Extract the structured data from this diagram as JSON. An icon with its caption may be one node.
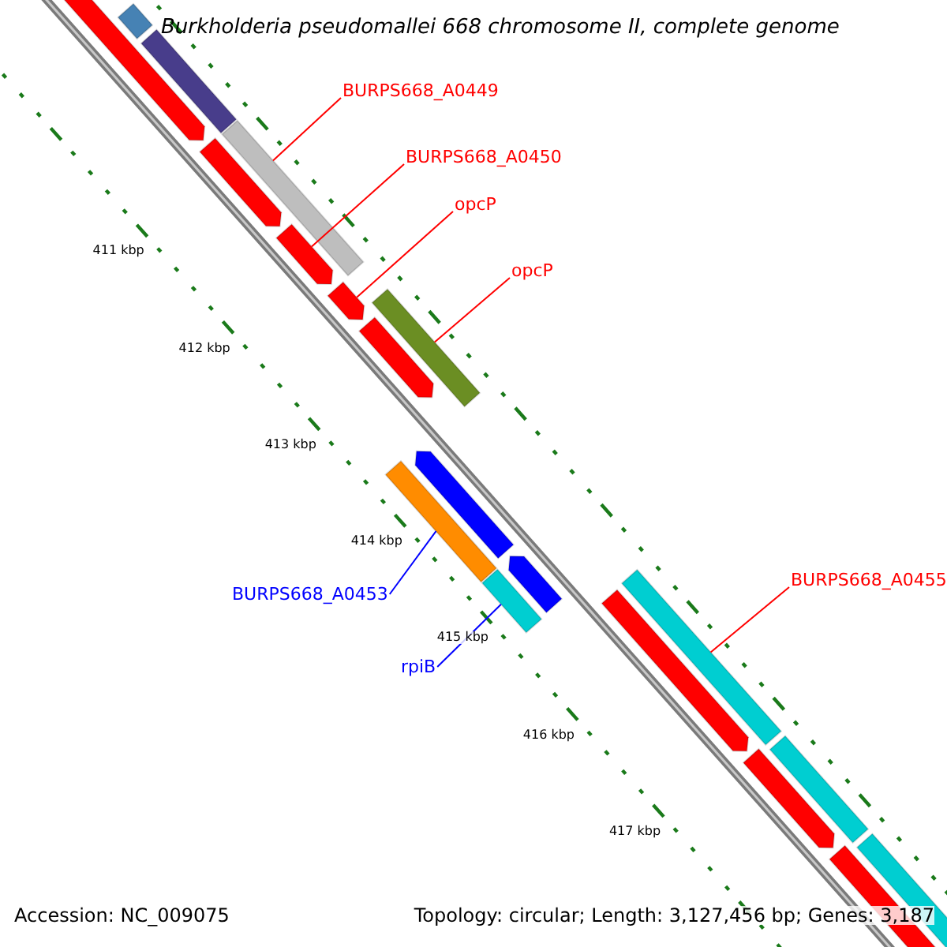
{
  "diagram": {
    "title": "Burkholderia pseudomallei 668 chromosome II, complete genome",
    "nodes": [
      {
        "text": [
          "BURPS668_A0449"
        ]
      },
      {
        "text": [],
        "shape": "bar"
      },
      {
        "text": [
          "BURPS668_A0450"
        ]
      },
      {
        "text": [],
        "shape": "bar"
      },
      {
        "text": [
          "opcP"
        ]
      },
      {
        "text": [],
        "shape": "bar"
      },
      {
        "text": [
          "opcP"
        ]
      },
      {
        "text": [],
        "shape": "bar"
      },
      {
        "text": [
          "BURPS668_A0453"
        ]
      },
      {
        "text": [],
        "shape": "bar"
      },
      {
        "text": [
          "rpiB"
        ]
      },
      {
        "text": [],
        "shape": "bar"
      },
      {
        "text": [
          "BURPS668_A0455"
        ]
      },
      {
        "text": [],
        "shape": "bar"
      },
      {
        "text": [],
        "shape": "bar"
      },
      {
        "text": [],
        "shape": "bar"
      },
      {
        "text": [],
        "shape": "bar"
      },
      {
        "text": [],
        "shape": "bar"
      },
      {
        "text": [],
        "shape": "bar"
      },
      {
        "text": [],
        "shape": "bar"
      },
      {
        "text": [],
        "shape": "bar"
      },
      {
        "text": [],
        "shape": "bar"
      },
      {
        "text": [],
        "shape": "bar"
      },
      {
        "text": [],
        "shape": "bar"
      },
      {
        "text": [],
        "shape": "bar"
      },
      {
        "text": [],
        "shape": "bar"
      }
    ],
    "edges": [
      {
        "from": 0,
        "to": 1,
        "arrow": "none"
      },
      {
        "from": 2,
        "to": 3,
        "arrow": "none"
      },
      {
        "from": 4,
        "to": 5,
        "arrow": "none"
      },
      {
        "from": 6,
        "to": 7,
        "arrow": "none"
      },
      {
        "from": 8,
        "to": 9,
        "arrow": "none",
        "color": "#0000ff"
      },
      {
        "from": 10,
        "to": 11,
        "arrow": "none",
        "color": "#0000ff"
      },
      {
        "from": 12,
        "to": 13,
        "arrow": "none"
      }
    ],
    "labels": [
      "411 kbp",
      "412 kbp",
      "413 kbp",
      "414 kbp",
      "415 kbp",
      "416 kbp",
      "417 kbp",
      "Accession: NC_009075",
      "Topology: circular; Length: 3,127,456 bp; Genes: 3,187"
    ]
  }
}
